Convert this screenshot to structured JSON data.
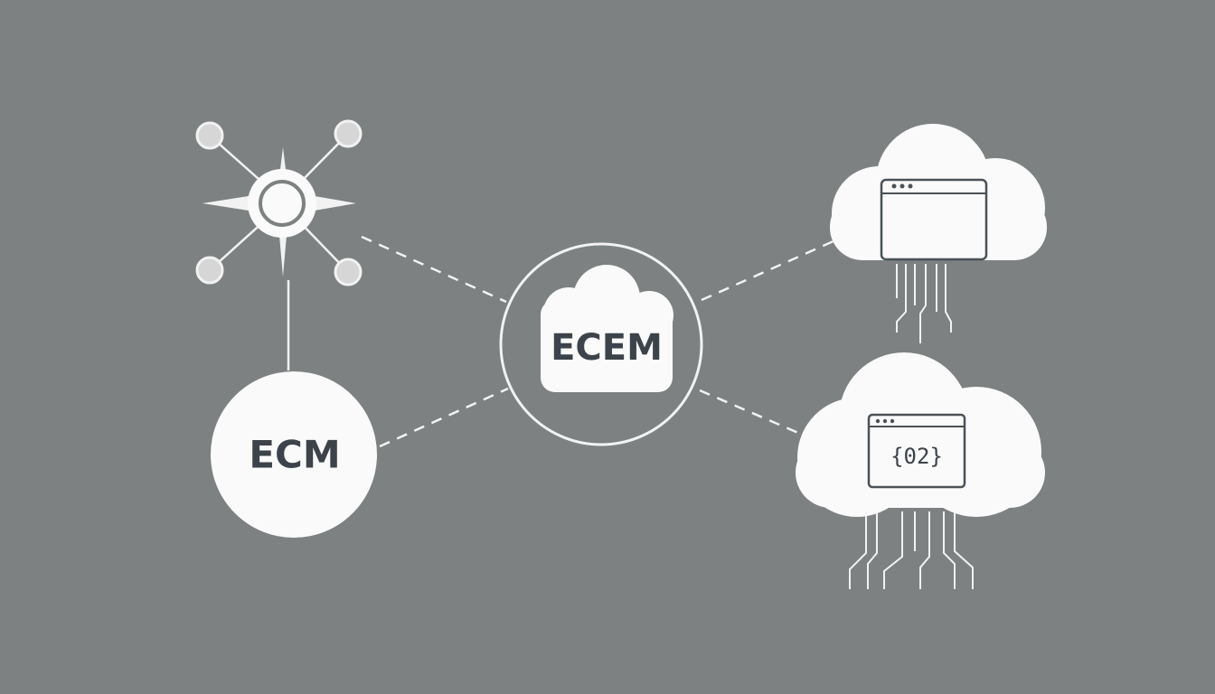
{
  "colors": {
    "background": "#7d8181",
    "line": "#f2f2f2",
    "node_fill": "#fafafa",
    "hub_dot_fill": "#d6d6d6",
    "text_dark": "#3c434a",
    "window_stroke": "#4a5157"
  },
  "nodes": {
    "center": {
      "label": "ECEM"
    },
    "left": {
      "label": "ECM"
    },
    "cloud_bottom": {
      "code": "{02}"
    }
  },
  "icons": {
    "hub": "network-hub-icon",
    "cloud_top": "cloud-browser-window-icon",
    "cloud_bottom": "cloud-code-window-icon"
  },
  "connectors": {
    "style": "dashed"
  }
}
